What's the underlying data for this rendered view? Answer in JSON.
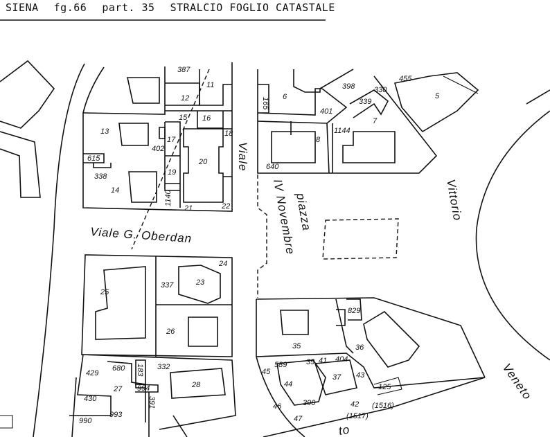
{
  "header": {
    "city": "SIENA",
    "sheet": "fg.66",
    "parcel": "part. 35",
    "title": "STRALCIO FOGLIO CATASTALE"
  },
  "streets": {
    "viale_oberdan": "Viale G. Oberdan",
    "viale": "Viale",
    "iv_novembre": "IV Novembre",
    "piazza": "piazza",
    "vittorio": "Vittorio",
    "veneto": "Veneto",
    "to": "to"
  },
  "parcels": [
    "387",
    "11",
    "12",
    "15",
    "16",
    "13",
    "17",
    "402",
    "18",
    "20",
    "615",
    "338",
    "19",
    "14",
    "1140",
    "21",
    "22",
    "6",
    "398",
    "330",
    "455",
    "5",
    "165",
    "339",
    "401",
    "7",
    "1144",
    "8",
    "640",
    "25",
    "337",
    "23",
    "24",
    "26",
    "35",
    "829",
    "36",
    "589",
    "39",
    "41",
    "404",
    "45",
    "44",
    "37",
    "43",
    "125",
    "46",
    "390",
    "47",
    "42",
    "(1517)",
    "(1516)",
    "429",
    "680",
    "183",
    "332",
    "27",
    "994",
    "28",
    "430",
    "391",
    "993",
    "990"
  ]
}
